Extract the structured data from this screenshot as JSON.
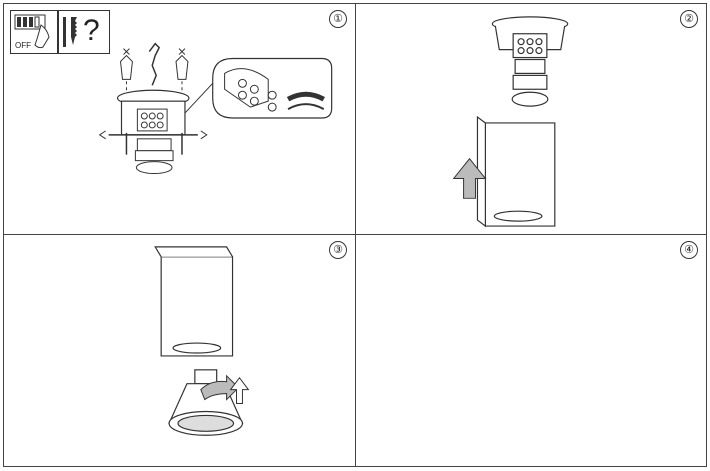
{
  "panels": [
    {
      "id": "p1",
      "number": "①",
      "switch_label": "OFF",
      "question_mark": "?"
    },
    {
      "id": "p2",
      "number": "②"
    },
    {
      "id": "p3",
      "number": "③"
    },
    {
      "id": "p4",
      "number": "④"
    }
  ],
  "icons": [
    "power-off-switch-icon",
    "screw-and-wall-plug-icon",
    "question-mark-icon",
    "up-arrow-icon",
    "rotate-arrow-icon"
  ],
  "colors": {
    "line": "#333333",
    "arrow_fill": "#bbbbbb",
    "background": "#ffffff"
  }
}
